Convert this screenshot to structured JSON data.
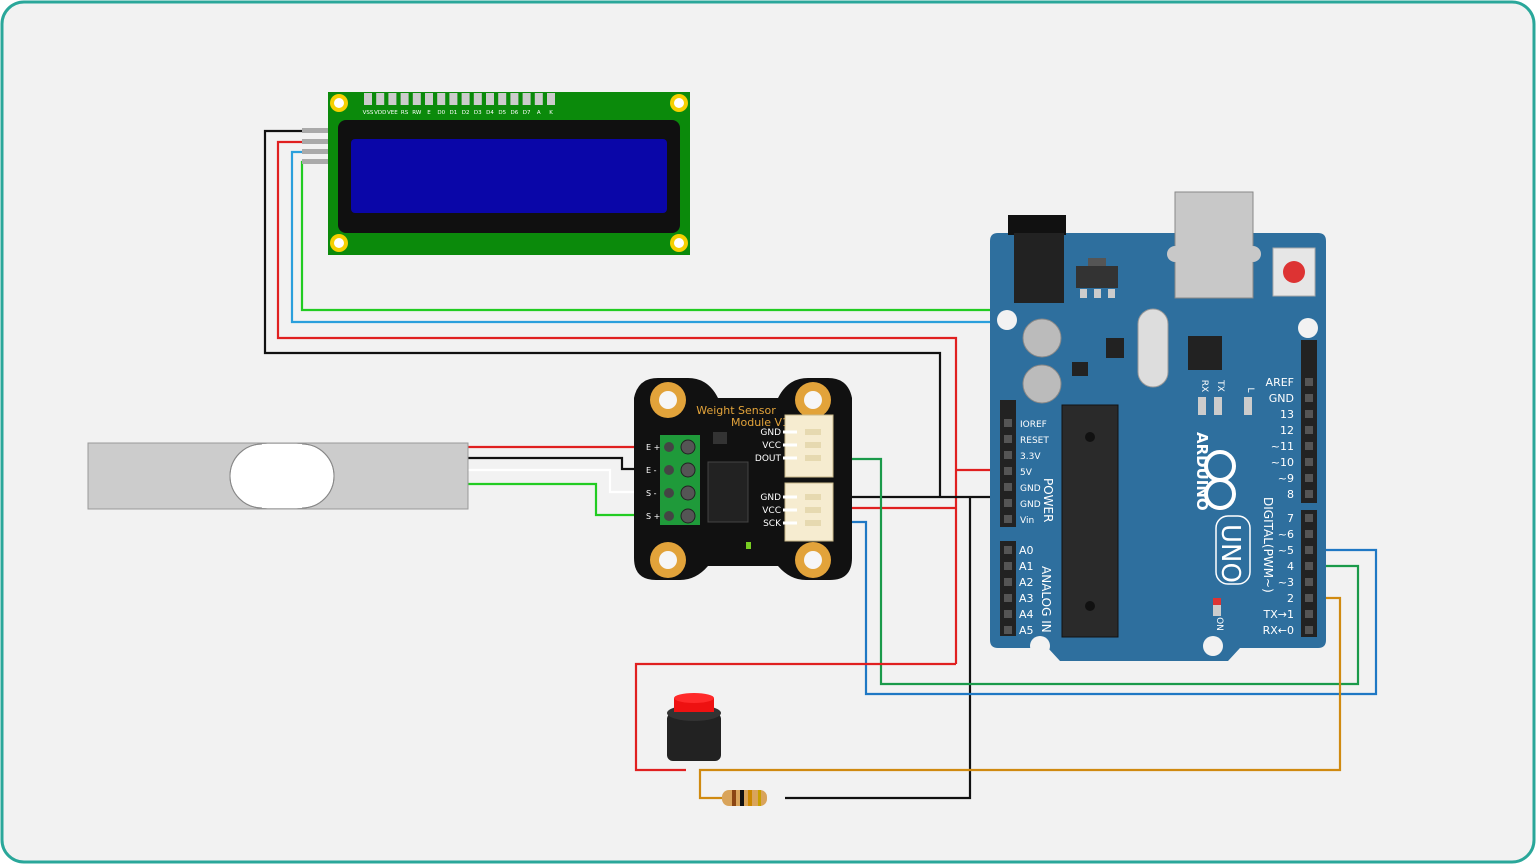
{
  "lcd": {
    "pins": [
      "VSS",
      "VDD",
      "VEE",
      "RS",
      "RW",
      "E",
      "D0",
      "D1",
      "D2",
      "D3",
      "D4",
      "D5",
      "D6",
      "D7",
      "A",
      "K"
    ]
  },
  "hx711": {
    "title": "Weight Sensor",
    "subtitle": "Module V1",
    "connector_top": [
      "GND",
      "VCC",
      "DOUT"
    ],
    "connector_bottom": [
      "GND",
      "VCC",
      "SCK"
    ],
    "terminals": [
      "E +",
      "E -",
      "S -",
      "S +"
    ]
  },
  "arduino": {
    "brand": "ARDUINO",
    "model": "UNO",
    "power_header": [
      "IOREF",
      "RESET",
      "3.3V",
      "5V",
      "GND",
      "GND",
      "Vin"
    ],
    "power_label": "POWER",
    "analog_header": [
      "A0",
      "A1",
      "A2",
      "A3",
      "A4",
      "A5"
    ],
    "analog_label": "ANALOG IN",
    "digital_header_top": [
      "AREF",
      "GND",
      "13",
      "12",
      "~11",
      "~10",
      "~9",
      "8"
    ],
    "digital_header_bottom": [
      "7",
      "~6",
      "~5",
      "4",
      "~3",
      "2",
      "TX→1",
      "RX←0"
    ],
    "digital_label": "DIGITAL(PWM~)",
    "led_labels": {
      "rx": "RX",
      "tx": "TX",
      "l": "L",
      "on": "ON"
    }
  },
  "colors": {
    "frame": "#2aa79a",
    "board": "#2e6f9e",
    "lcd_pcb": "#0b8a0b",
    "lcd_screen": "#0a06a8",
    "wire_red": "#e02020",
    "wire_black": "#111111",
    "wire_blue": "#2a9fdc",
    "wire_green": "#22cc22",
    "wire_darkgreen": "#1a9a4a",
    "wire_orange": "#d08a10"
  }
}
